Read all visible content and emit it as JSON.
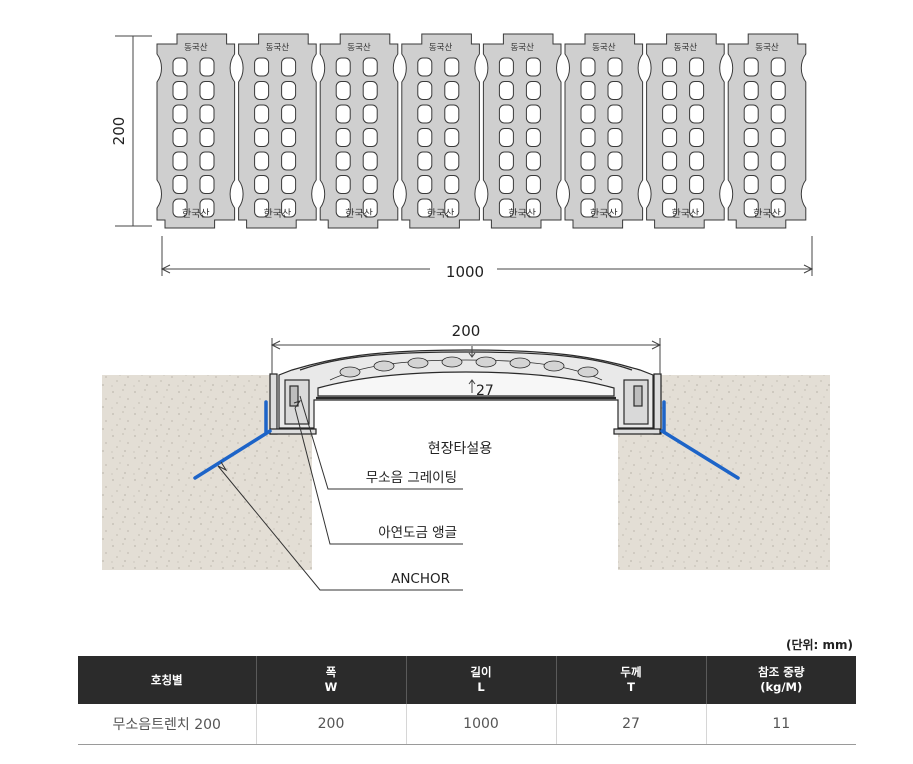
{
  "top_view": {
    "height_label": "200",
    "width_label": "1000",
    "top_marks": [
      "동국산",
      "동국산",
      "동국산",
      "동국산",
      "동국산",
      "동국산",
      "동국산",
      "동국산"
    ],
    "bottom_marks": [
      "한국산",
      "한국산",
      "한국산",
      "한국산",
      "한국산",
      "한국산",
      "한국산",
      "한국산"
    ]
  },
  "section_view": {
    "width_label": "200",
    "thickness_label": "27",
    "usage_label": "현장타설용",
    "callouts": [
      "무소음 그레이팅",
      "아연도금 앵글",
      "ANCHOR"
    ]
  },
  "table": {
    "unit_note": "(단위: mm)",
    "headers": [
      {
        "line1": "호칭별",
        "line2": ""
      },
      {
        "line1": "폭",
        "line2": "W"
      },
      {
        "line1": "길이",
        "line2": "L"
      },
      {
        "line1": "두께",
        "line2": "T"
      },
      {
        "line1": "참조 중량",
        "line2": "(kg/M)"
      }
    ],
    "rows": [
      [
        "무소음트렌치 200",
        "200",
        "1000",
        "27",
        "11"
      ]
    ]
  },
  "colors": {
    "grating_fill": "#cfcfcf",
    "grating_stroke": "#3a3a3a",
    "concrete": "#e3ded5",
    "anchor_blue": "#1d64c8",
    "table_header_bg": "#2b2b2b"
  }
}
